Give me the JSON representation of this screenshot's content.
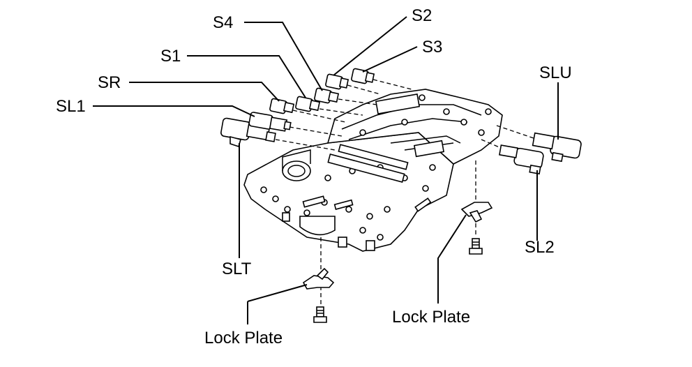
{
  "labels": {
    "s4": "S4",
    "s2": "S2",
    "s3": "S3",
    "s1": "S1",
    "sr": "SR",
    "sl1": "SL1",
    "slu": "SLU",
    "sl2": "SL2",
    "slt": "SLT",
    "lock_plate_left": "Lock Plate",
    "lock_plate_right": "Lock Plate"
  }
}
